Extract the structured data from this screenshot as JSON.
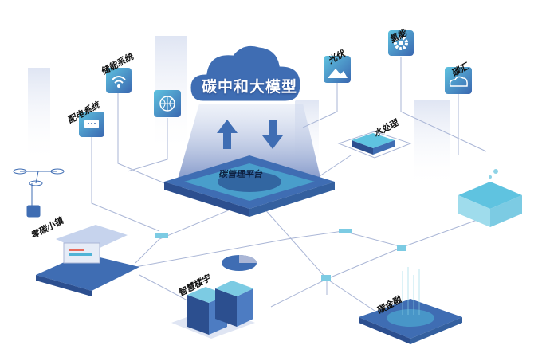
{
  "center": {
    "model_title": "碳中和大模型",
    "platform_label": "碳管理平台"
  },
  "nodes": [
    {
      "id": "storage",
      "label": "储能系统",
      "icon": "wifi-icon"
    },
    {
      "id": "distribution",
      "label": "配电系统",
      "icon": "message-icon"
    },
    {
      "id": "network",
      "icon": "globe-icon"
    },
    {
      "id": "solar",
      "label": "光伏",
      "icon": "image-icon"
    },
    {
      "id": "hydrogen",
      "label": "氢能",
      "icon": "gear-icon"
    },
    {
      "id": "sink",
      "label": "碳汇",
      "icon": "cloud-sun-icon"
    },
    {
      "id": "water",
      "label": "水处理"
    },
    {
      "id": "town",
      "label": "零碳小镇"
    },
    {
      "id": "building",
      "label": "智慧楼宇"
    },
    {
      "id": "finance",
      "label": "碳金融"
    }
  ],
  "colors": {
    "primary": "#3f6db3",
    "accent": "#4fb3d6",
    "line": "#aab6d6"
  }
}
